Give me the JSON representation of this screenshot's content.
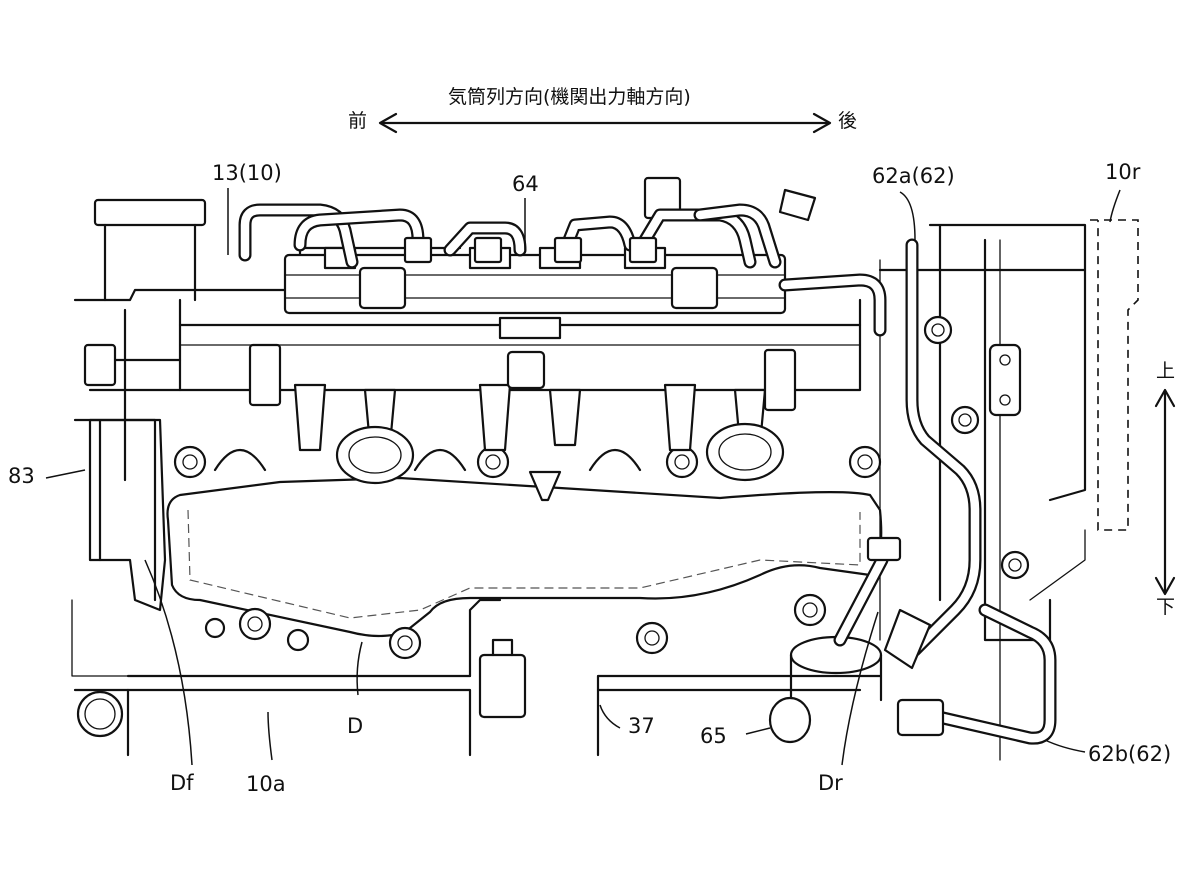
{
  "direction": {
    "axis_label": "気筒列方向(機関出力軸方向)",
    "front": "前",
    "rear": "後",
    "up": "上",
    "down": "下"
  },
  "labels": {
    "head": "13(10)",
    "pump_rail": "64",
    "pipe_a": "62a(62)",
    "block_rear": "10r",
    "part_83": "83",
    "duct": "D",
    "duct_front": "Df",
    "block": "10a",
    "part_37": "37",
    "part_65": "65",
    "duct_rear": "Dr",
    "pipe_b": "62b(62)"
  }
}
